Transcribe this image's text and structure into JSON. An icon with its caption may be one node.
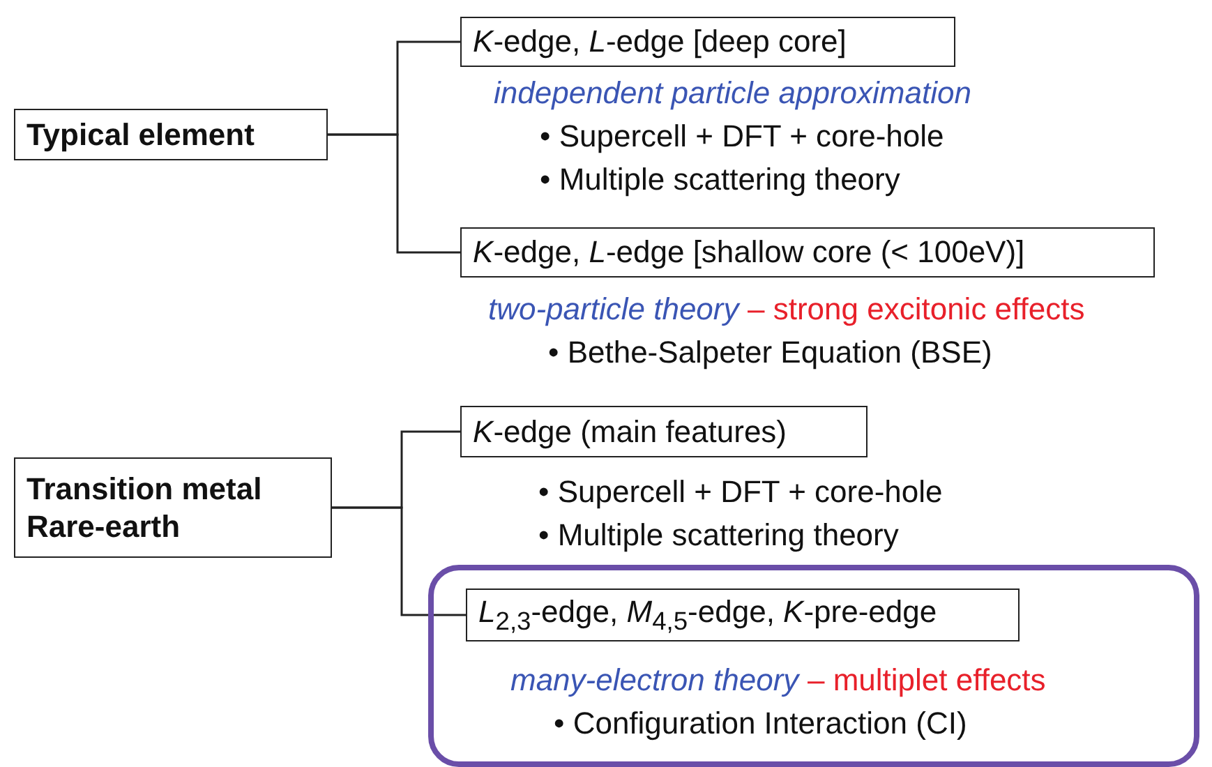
{
  "diagram": {
    "nodes": [
      {
        "text": [
          "Typical element"
        ]
      },
      {
        "text": [
          "*K*-edge, *L*-edge [deep core]"
        ],
        "beside": [
          "independent particle approximation",
          "• Supercell + DFT + core-hole",
          "• Multiple scattering theory"
        ]
      },
      {
        "text": [
          "*K*-edge, *L*-edge [shallow core (< 100eV)]"
        ],
        "beside": [
          "two-particle theory",
          "– strong excitonic effects",
          "• Bethe-Salpeter Equation (BSE)"
        ]
      },
      {
        "text": [
          "Transition metal Rare-earth"
        ]
      },
      {
        "text": [
          "*K*-edge (main features)"
        ],
        "beside": [
          "• Supercell + DFT + core-hole",
          "• Multiple scattering theory"
        ]
      },
      {
        "text": [],
        "shape": "box"
      },
      {
        "text": [
          "*L*$_{2,3}$-edge, *M*$_{4,5}$-edge, *K*-pre-edge"
        ],
        "in": 5,
        "beside": [
          "many-electron theory",
          "– multiplet effects",
          "• Configuration Interaction (CI)"
        ]
      }
    ],
    "edges": [
      {
        "from": 0,
        "to": 1,
        "arrow": "none"
      },
      {
        "from": 0,
        "to": 2,
        "arrow": "none"
      },
      {
        "from": 3,
        "to": 4,
        "arrow": "none"
      },
      {
        "from": 3,
        "to": 6,
        "arrow": "none"
      }
    ]
  }
}
